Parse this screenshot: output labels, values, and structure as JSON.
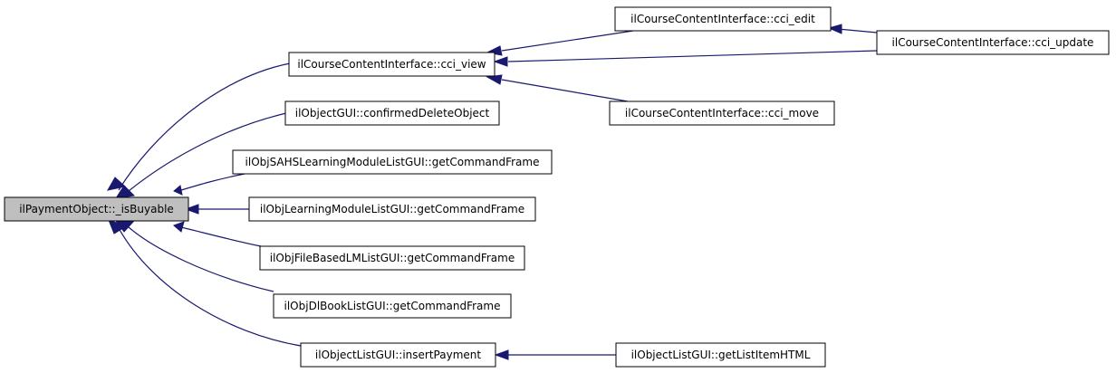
{
  "graph": {
    "edge_color": "#191970",
    "focus_fill": "#bfbfbf",
    "node_fill": "#ffffff",
    "nodes": [
      {
        "id": "root",
        "label": "ilPaymentObject::_isBuyable",
        "focus": true
      },
      {
        "id": "cci_view",
        "label": "ilCourseContentInterface::cci_view"
      },
      {
        "id": "confirmed",
        "label": "ilObjectGUI::confirmedDeleteObject"
      },
      {
        "id": "sahs",
        "label": "ilObjSAHSLearningModuleListGUI::getCommandFrame"
      },
      {
        "id": "lm",
        "label": "ilObjLearningModuleListGUI::getCommandFrame"
      },
      {
        "id": "filelm",
        "label": "ilObjFileBasedLMListGUI::getCommandFrame"
      },
      {
        "id": "dlbook",
        "label": "ilObjDlBookListGUI::getCommandFrame"
      },
      {
        "id": "insertpay",
        "label": "ilObjectListGUI::insertPayment"
      },
      {
        "id": "cci_edit",
        "label": "ilCourseContentInterface::cci_edit"
      },
      {
        "id": "cci_move",
        "label": "ilCourseContentInterface::cci_move"
      },
      {
        "id": "cci_update",
        "label": "ilCourseContentInterface::cci_update"
      },
      {
        "id": "listitem",
        "label": "ilObjectListGUI::getListItemHTML"
      }
    ],
    "edges": [
      {
        "from": "cci_view",
        "to": "root"
      },
      {
        "from": "confirmed",
        "to": "root"
      },
      {
        "from": "sahs",
        "to": "root"
      },
      {
        "from": "lm",
        "to": "root"
      },
      {
        "from": "filelm",
        "to": "root"
      },
      {
        "from": "dlbook",
        "to": "root"
      },
      {
        "from": "insertpay",
        "to": "root"
      },
      {
        "from": "cci_edit",
        "to": "cci_view"
      },
      {
        "from": "cci_move",
        "to": "cci_view"
      },
      {
        "from": "cci_update",
        "to": "cci_view"
      },
      {
        "from": "cci_update",
        "to": "cci_edit"
      },
      {
        "from": "listitem",
        "to": "insertpay"
      }
    ]
  }
}
